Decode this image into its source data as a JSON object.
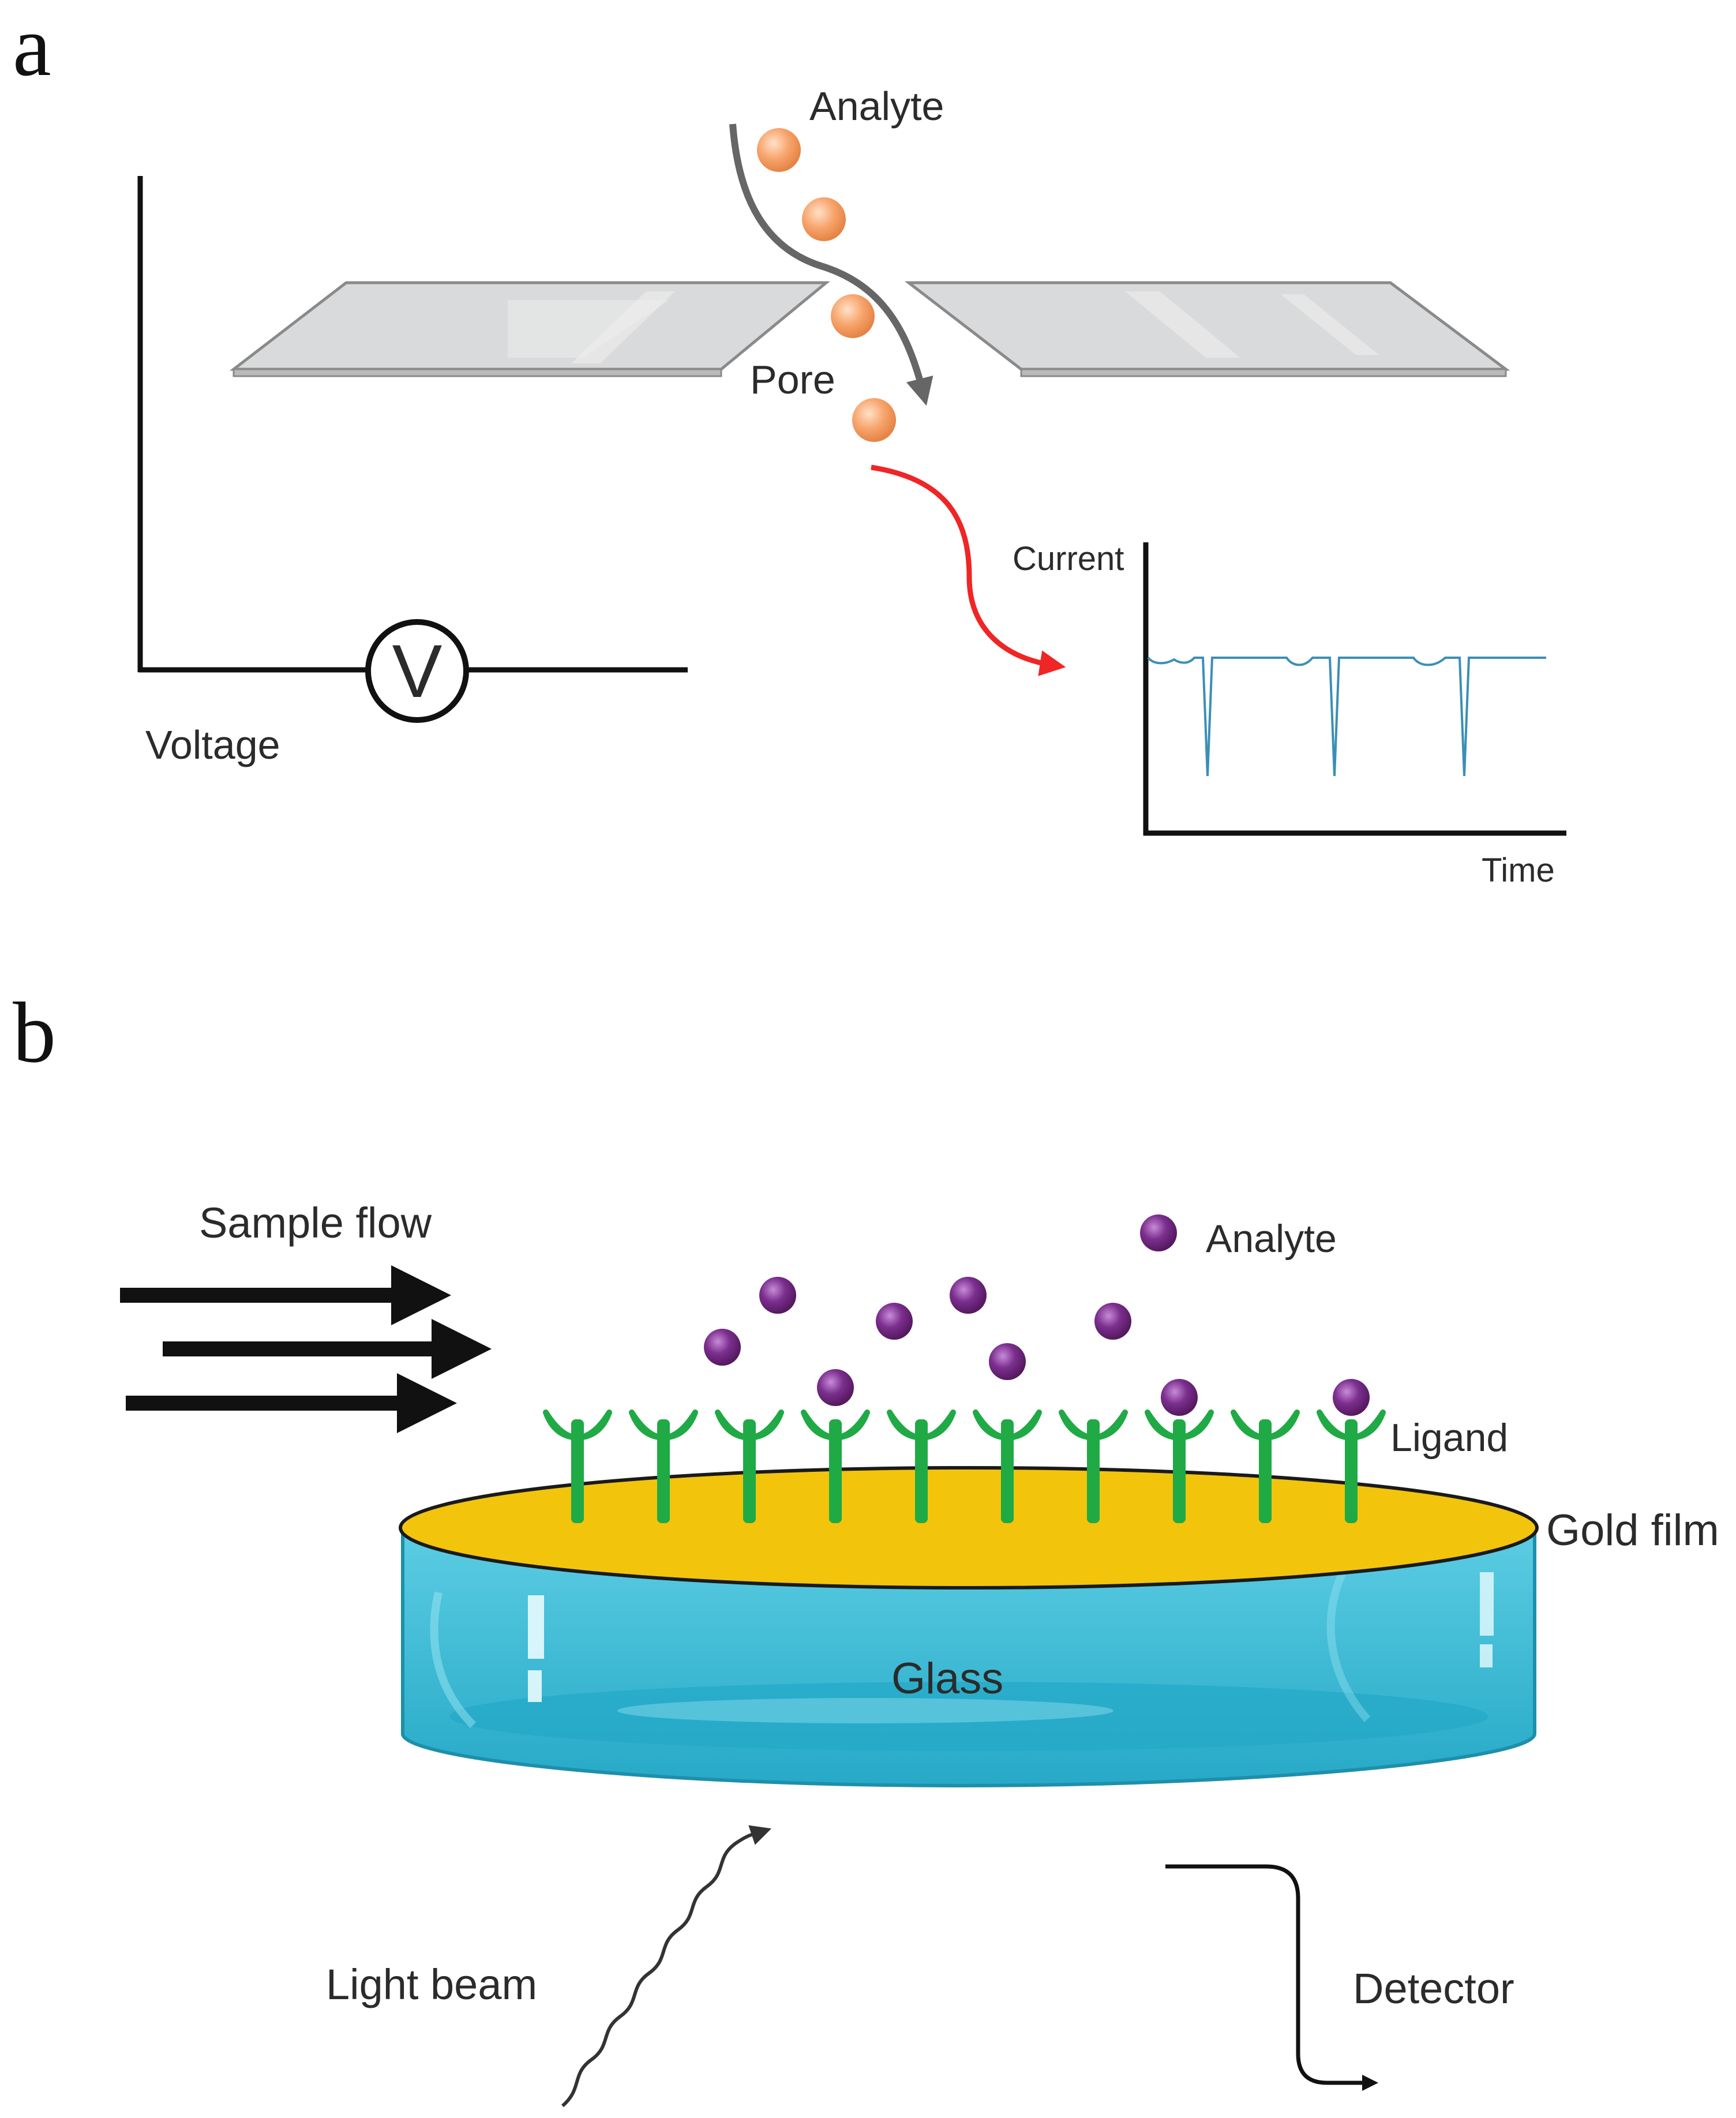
{
  "panel_a": {
    "letter": "a",
    "labels": {
      "analyte": "Analyte",
      "pore": "Pore",
      "voltage": "Voltage",
      "voltmeter_symbol": "V",
      "current": "Current",
      "time": "Time"
    }
  },
  "panel_b": {
    "letter": "b",
    "labels": {
      "sample_flow": "Sample flow",
      "analyte": "Analyte",
      "ligand": "Ligand",
      "gold_film": "Gold film",
      "glass": "Glass",
      "light_beam": "Light beam",
      "detector": "Detector"
    }
  },
  "colors": {
    "analyte_a": "#f7a46c",
    "analyte_b": "#7b2f8e",
    "membrane": "#d9dadb",
    "arrow_gray": "#666666",
    "signal_arrow": "#f02525",
    "trace": "#3b8fb6",
    "ligand": "#1faa45",
    "gold": "#f2c40c",
    "glass": "#3fb9d4"
  }
}
